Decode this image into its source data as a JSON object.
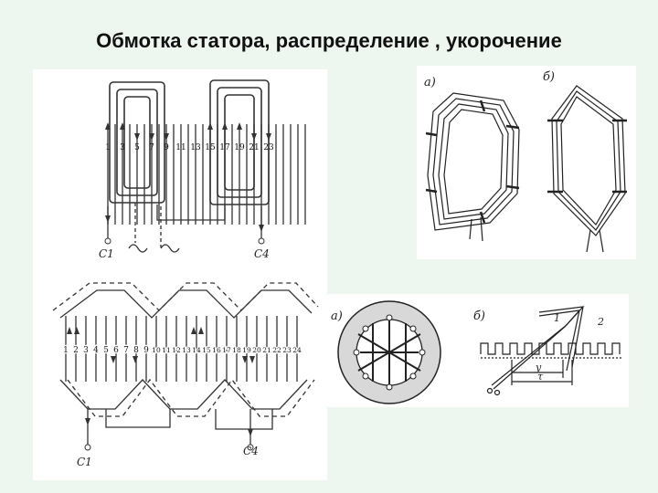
{
  "slide": {
    "title": "Обмотка статора, распределение , укорочение"
  },
  "top_left": {
    "slot_numbers": [
      "1",
      "3",
      "5",
      "7",
      "9",
      "11",
      "13",
      "15",
      "17",
      "19",
      "21",
      "23"
    ],
    "lead_start": "C1",
    "lead_end": "C4"
  },
  "top_right": {
    "label_a": "а)",
    "label_b": "б)"
  },
  "bottom_left": {
    "slot_numbers": [
      "1",
      "2",
      "3",
      "4",
      "5",
      "6",
      "7",
      "8",
      "9",
      "10",
      "11",
      "12",
      "13",
      "14",
      "15",
      "16",
      "17",
      "18",
      "19",
      "20",
      "21",
      "22",
      "23",
      "24"
    ],
    "lead_start": "C1",
    "lead_end": "C4"
  },
  "bottom_right": {
    "label_a": "а)",
    "label_b": "б)",
    "coil_label_1": "1",
    "coil_label_2": "2",
    "span_y": "y",
    "span_tau": "τ"
  }
}
